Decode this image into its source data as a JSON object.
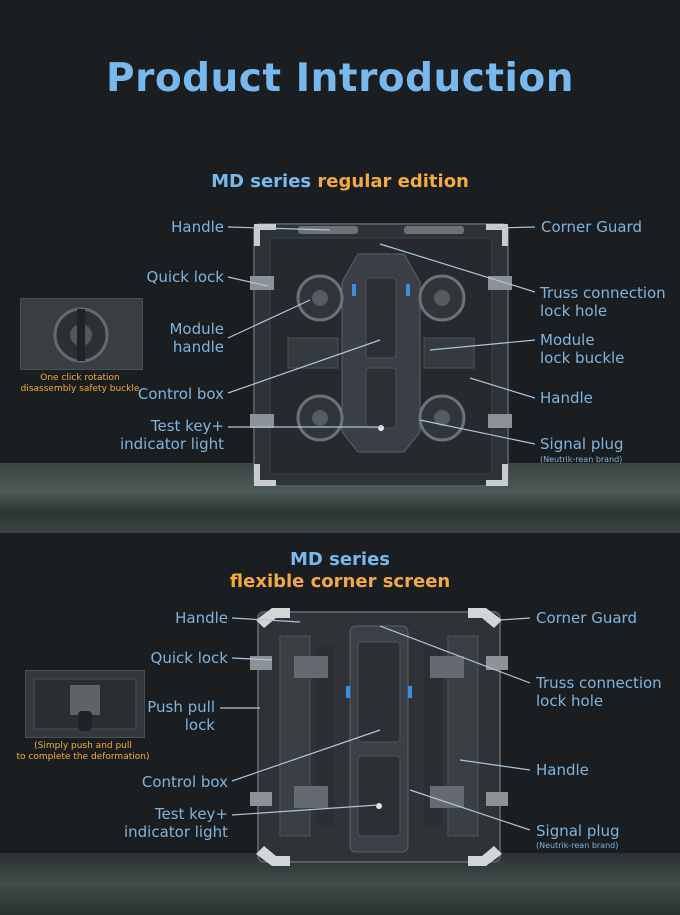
{
  "page": {
    "title": "Product Introduction"
  },
  "section1": {
    "subtitle_part1": "MD series",
    "subtitle_part2": "regular edition",
    "inset_note_line1": "One click rotation",
    "inset_note_line2": "disassembly safety buckle",
    "left_labels": {
      "handle": "Handle",
      "quick_lock": "Quick lock",
      "module_handle_1": "Module",
      "module_handle_2": "handle",
      "control_box": "Control box",
      "test_key_1": "Test key+",
      "test_key_2": "indicator light"
    },
    "right_labels": {
      "corner_guard": "Corner Guard",
      "truss_1": "Truss connection",
      "truss_2": "lock hole",
      "module_lock_1": "Module",
      "module_lock_2": "lock buckle",
      "handle": "Handle",
      "signal_plug": "Signal plug",
      "signal_plug_note": "(Neutrik-rean brand)"
    }
  },
  "section2": {
    "subtitle_line1": "MD series",
    "subtitle_line2": "flexible corner screen",
    "inset_note_line1": "(Simply push and pull",
    "inset_note_line2": "to complete the deformation)",
    "left_labels": {
      "handle": "Handle",
      "quick_lock": "Quick lock",
      "push_pull_1": "Push pull",
      "push_pull_2": "lock",
      "control_box": "Control box",
      "test_key_1": "Test key+",
      "test_key_2": "indicator light"
    },
    "right_labels": {
      "corner_guard": "Corner Guard",
      "truss_1": "Truss connection",
      "truss_2": "lock hole",
      "handle": "Handle",
      "signal_plug": "Signal plug",
      "signal_plug_note": "(Neutrik-rean brand)"
    }
  },
  "colors": {
    "background": "#1b1e21",
    "title_blue": "#79b8ec",
    "accent_orange": "#f2ab3c",
    "label_blue": "#7fb3dc",
    "band_gray": "#4a5455"
  }
}
